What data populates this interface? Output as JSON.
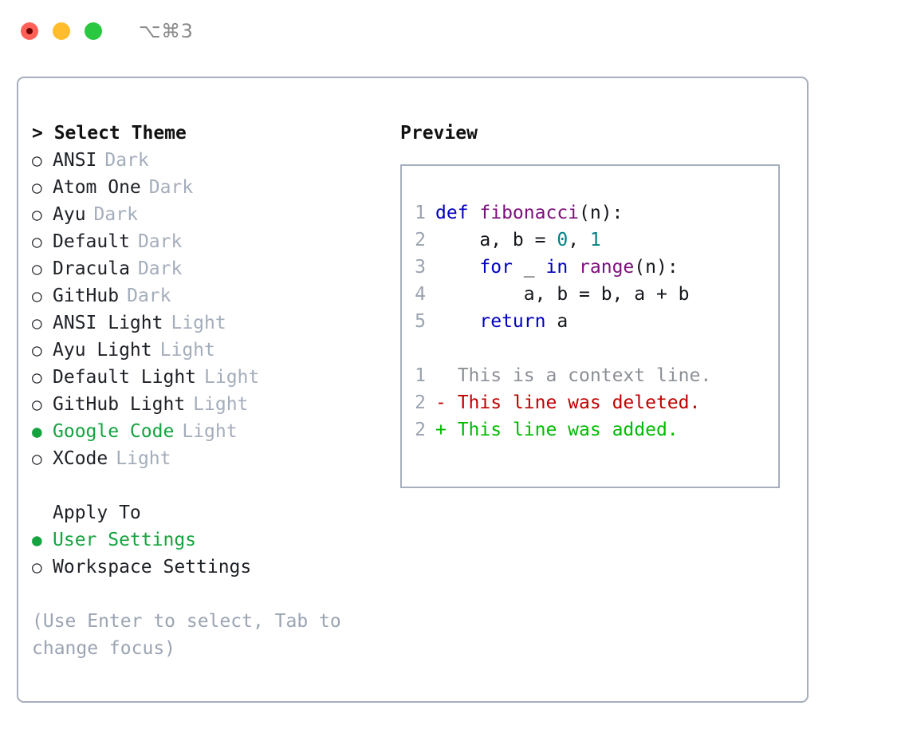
{
  "window": {
    "shortcut_label": "⌥⌘3",
    "traffic_lights": [
      {
        "name": "close-button",
        "color": "#ff6159"
      },
      {
        "name": "minimize-button",
        "color": "#ffbd2e"
      },
      {
        "name": "maximize-button",
        "color": "#2ac840"
      }
    ]
  },
  "theme_picker": {
    "title": "> Select Theme",
    "marker_unselected": "○",
    "marker_selected": "●",
    "items": [
      {
        "label": "ANSI",
        "variant": "Dark",
        "selected": false
      },
      {
        "label": "Atom One",
        "variant": "Dark",
        "selected": false
      },
      {
        "label": "Ayu",
        "variant": "Dark",
        "selected": false
      },
      {
        "label": "Default",
        "variant": "Dark",
        "selected": false
      },
      {
        "label": "Dracula",
        "variant": "Dark",
        "selected": false
      },
      {
        "label": "GitHub",
        "variant": "Dark",
        "selected": false
      },
      {
        "label": "ANSI Light",
        "variant": "Light",
        "selected": false
      },
      {
        "label": "Ayu Light",
        "variant": "Light",
        "selected": false
      },
      {
        "label": "Default Light",
        "variant": "Light",
        "selected": false
      },
      {
        "label": "GitHub Light",
        "variant": "Light",
        "selected": false
      },
      {
        "label": "Google Code",
        "variant": "Light",
        "selected": true
      },
      {
        "label": "XCode",
        "variant": "Light",
        "selected": false
      }
    ]
  },
  "apply_to": {
    "title": "Apply To",
    "items": [
      {
        "label": "User Settings",
        "selected": true
      },
      {
        "label": "Workspace Settings",
        "selected": false
      }
    ]
  },
  "hint": "(Use Enter to select, Tab to change focus)",
  "preview": {
    "title": "Preview",
    "code_lines": [
      {
        "no": "1",
        "tokens": [
          {
            "t": "def ",
            "k": "kw"
          },
          {
            "t": "fibonacci",
            "k": "fn"
          },
          {
            "t": "(n):",
            "k": "plain"
          }
        ]
      },
      {
        "no": "2",
        "tokens": [
          {
            "t": "    a, b = ",
            "k": "plain"
          },
          {
            "t": "0",
            "k": "num"
          },
          {
            "t": ", ",
            "k": "plain"
          },
          {
            "t": "1",
            "k": "num"
          }
        ]
      },
      {
        "no": "3",
        "tokens": [
          {
            "t": "    ",
            "k": "plain"
          },
          {
            "t": "for",
            "k": "kw"
          },
          {
            "t": " _ ",
            "k": "plain"
          },
          {
            "t": "in",
            "k": "kw"
          },
          {
            "t": " ",
            "k": "plain"
          },
          {
            "t": "range",
            "k": "fn"
          },
          {
            "t": "(n):",
            "k": "plain"
          }
        ]
      },
      {
        "no": "4",
        "tokens": [
          {
            "t": "        a, b = b, a + b",
            "k": "plain"
          }
        ]
      },
      {
        "no": "5",
        "tokens": [
          {
            "t": "    ",
            "k": "plain"
          },
          {
            "t": "return",
            "k": "kw"
          },
          {
            "t": " a",
            "k": "plain"
          }
        ]
      }
    ],
    "diff_lines": [
      {
        "no": "1",
        "sign": "  ",
        "text": "This is a context line.",
        "kind": "context"
      },
      {
        "no": "2",
        "sign": "- ",
        "text": "This line was deleted.",
        "kind": "del"
      },
      {
        "no": "2",
        "sign": "+ ",
        "text": "This line was added.",
        "kind": "add"
      }
    ]
  },
  "colors": {
    "frame_border": "#a6afbd",
    "selected_green": "#14a33f",
    "muted_gray": "#a4adbb",
    "hint_gray": "#9aa4b2",
    "keyword_blue": "#0000c0",
    "function_purple": "#7d0f7d",
    "number_teal": "#008080",
    "diff_del_red": "#c00000",
    "diff_add_green": "#00bb00"
  }
}
